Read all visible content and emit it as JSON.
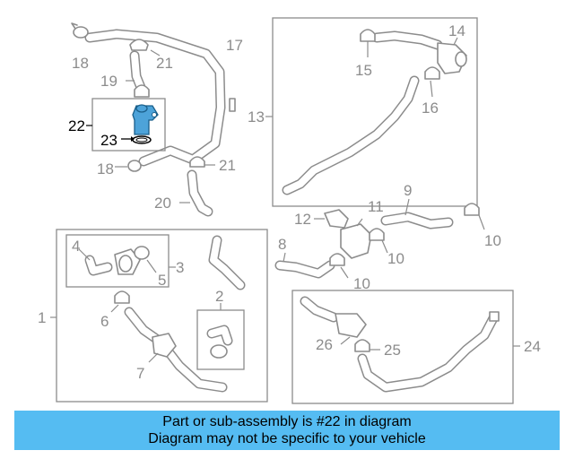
{
  "callouts": [
    {
      "id": "c1",
      "text": "1"
    },
    {
      "id": "c2",
      "text": "2"
    },
    {
      "id": "c3",
      "text": "3"
    },
    {
      "id": "c4",
      "text": "4"
    },
    {
      "id": "c5",
      "text": "5"
    },
    {
      "id": "c6",
      "text": "6"
    },
    {
      "id": "c7",
      "text": "7"
    },
    {
      "id": "c8",
      "text": "8"
    },
    {
      "id": "c9",
      "text": "9"
    },
    {
      "id": "c10a",
      "text": "10"
    },
    {
      "id": "c10b",
      "text": "10"
    },
    {
      "id": "c10c",
      "text": "10"
    },
    {
      "id": "c11",
      "text": "11"
    },
    {
      "id": "c12",
      "text": "12"
    },
    {
      "id": "c13",
      "text": "13"
    },
    {
      "id": "c14",
      "text": "14"
    },
    {
      "id": "c15",
      "text": "15"
    },
    {
      "id": "c16",
      "text": "16"
    },
    {
      "id": "c17",
      "text": "17"
    },
    {
      "id": "c18a",
      "text": "18"
    },
    {
      "id": "c18b",
      "text": "18"
    },
    {
      "id": "c19",
      "text": "19"
    },
    {
      "id": "c20",
      "text": "20"
    },
    {
      "id": "c21a",
      "text": "21"
    },
    {
      "id": "c21b",
      "text": "21"
    },
    {
      "id": "c22",
      "text": "22"
    },
    {
      "id": "c23",
      "text": "23"
    },
    {
      "id": "c24",
      "text": "24"
    },
    {
      "id": "c25",
      "text": "25"
    },
    {
      "id": "c26",
      "text": "26"
    }
  ],
  "highlight_color": "#4da3d9",
  "banner": {
    "line1": "Part or sub-assembly is #22 in diagram",
    "line2": "Diagram may not be specific to your vehicle",
    "color": "#55bcf2"
  }
}
